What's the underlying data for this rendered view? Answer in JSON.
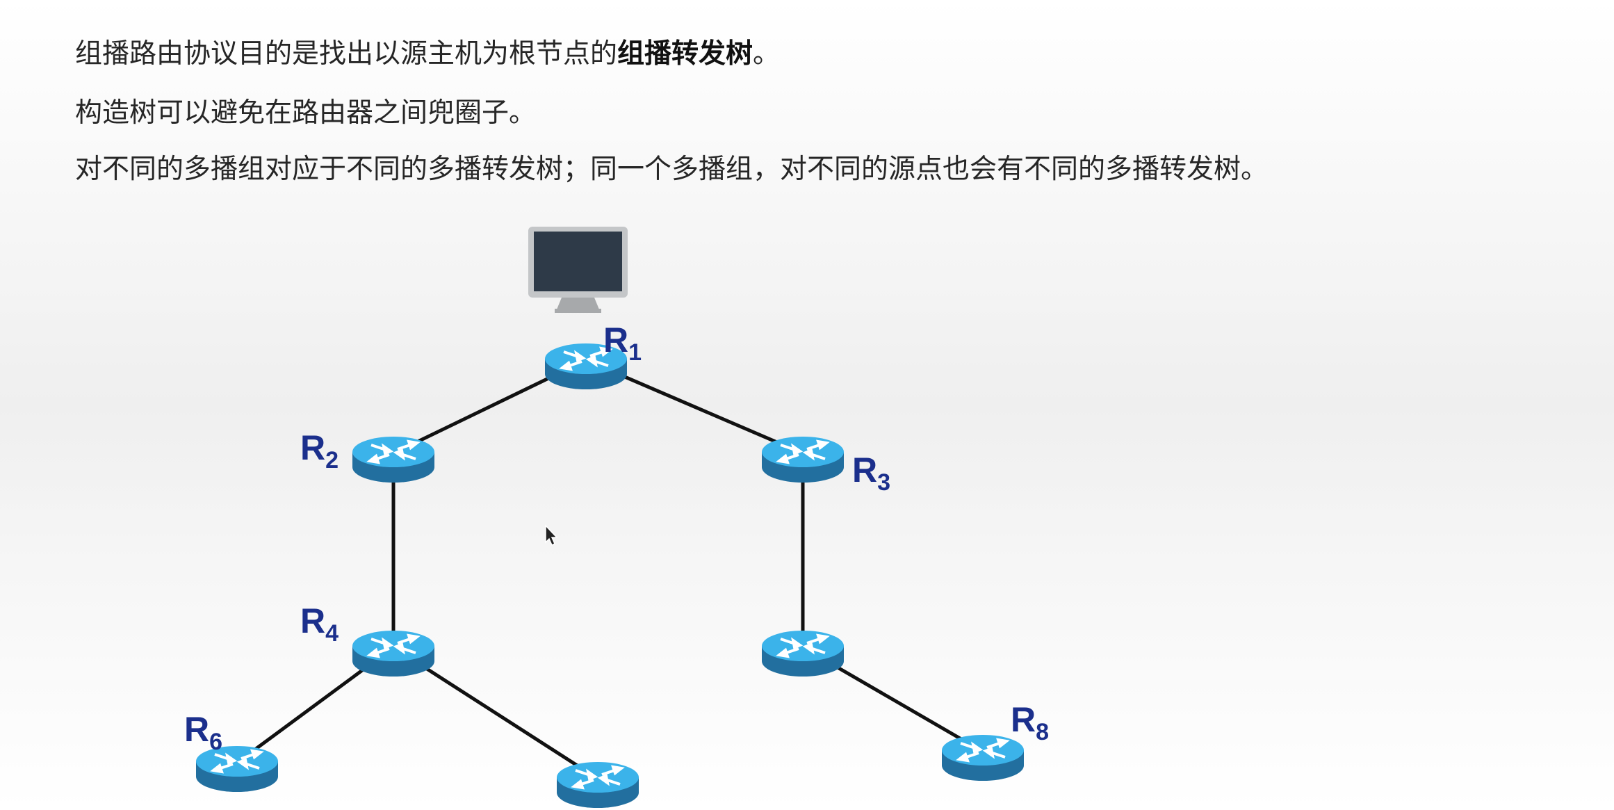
{
  "text": {
    "line1_prefix": "组播路由协议目的是找出以源主机为根节点的",
    "line1_bold": "组播转发树",
    "line1_suffix": "。",
    "line2": "构造树可以避免在路由器之间兜圈子。",
    "line3": "对不同的多播组对应于不同的多播转发树；同一个多播组，对不同的源点也会有不同的多播转发树。"
  },
  "diagram": {
    "source": {
      "icon": "monitor-icon"
    },
    "routers": [
      {
        "id": "R1",
        "letter": "R",
        "sub": "1"
      },
      {
        "id": "R2",
        "letter": "R",
        "sub": "2"
      },
      {
        "id": "R3",
        "letter": "R",
        "sub": "3"
      },
      {
        "id": "R4",
        "letter": "R",
        "sub": "4"
      },
      {
        "id": "R5"
      },
      {
        "id": "R6",
        "letter": "R",
        "sub": "6"
      },
      {
        "id": "R7"
      },
      {
        "id": "R8",
        "letter": "R",
        "sub": "8"
      }
    ],
    "links": [
      [
        "R1",
        "R2"
      ],
      [
        "R1",
        "R3"
      ],
      [
        "R2",
        "R4"
      ],
      [
        "R3",
        "R5"
      ],
      [
        "R4",
        "R6"
      ],
      [
        "R4",
        "R7"
      ],
      [
        "R5",
        "R8"
      ]
    ],
    "colors": {
      "label": "#1b2f8c",
      "router_top": "#3bb3ea",
      "router_body": "#226f9f",
      "link": "#111111"
    }
  }
}
